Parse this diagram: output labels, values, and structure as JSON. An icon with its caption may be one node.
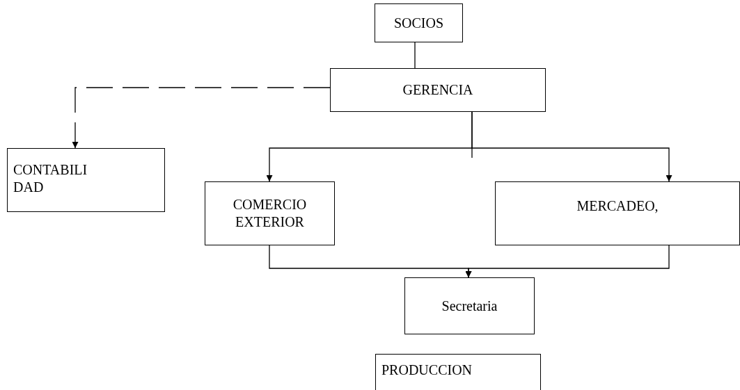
{
  "diagram": {
    "nodes": [
      {
        "text": [
          "SOCIOS"
        ]
      },
      {
        "text": [
          "GERENCIA"
        ]
      },
      {
        "text": [
          "CONTABILI DAD"
        ]
      },
      {
        "text": [
          "COMERCIO EXTERIOR"
        ]
      },
      {
        "text": [
          "MERCADEO,"
        ]
      },
      {
        "text": [
          "Secretaria"
        ]
      },
      {
        "text": [
          "PRODUCCION"
        ]
      }
    ],
    "edges": [
      {
        "from": 0,
        "to": 1,
        "arrow": "none"
      },
      {
        "from": 1,
        "to": 2,
        "arrow": "to",
        "style": "dashed"
      },
      {
        "from": 1,
        "to": 3,
        "arrow": "to"
      },
      {
        "from": 1,
        "to": 4,
        "arrow": "to"
      },
      {
        "from": 3,
        "to": 5,
        "arrow": "to"
      },
      {
        "from": 4,
        "to": 5,
        "arrow": "to"
      }
    ]
  }
}
